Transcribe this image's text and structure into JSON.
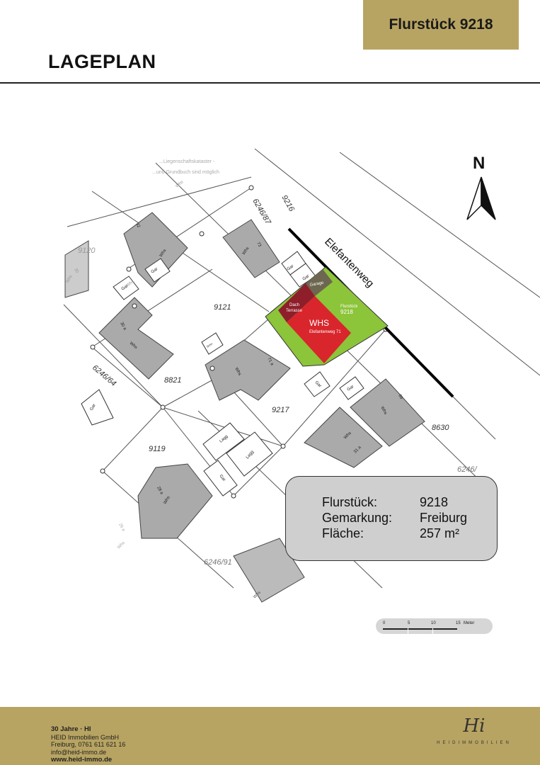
{
  "header": {
    "parcel_title": "Flurstück 9218",
    "page_title": "LAGEPLAN"
  },
  "map": {
    "north": "N",
    "street": "Elefantenweg",
    "parcels": [
      "9216",
      "6246/87",
      "9120",
      "9121",
      "8821",
      "6246/64",
      "9217",
      "8630",
      "9119",
      "6246/91",
      "6246/"
    ],
    "building_labels": {
      "whs": "Whs",
      "gar": "Gar",
      "schu": "Schu",
      "lagg": "Lagg"
    },
    "house_numbers": [
      "73",
      "32",
      "30",
      "30 a",
      "71 a",
      "69",
      "31 a",
      "28 a",
      "26 a"
    ],
    "subject": {
      "garage": "Garage",
      "roof_line1": "Dach",
      "roof_line2": "Terrasse",
      "plot_line1": "Flurstück",
      "plot_line2": "9218",
      "house": "WHS",
      "address": "Elefantenweg 71"
    },
    "faded_note": [
      "...Liegenschaftskataster -",
      "...und Grundbuch sind möglich"
    ],
    "colors": {
      "plot": "#8cc43a",
      "house": "#d8262c",
      "roof": "#8e1f2a",
      "garage": "#6d6650"
    }
  },
  "info": {
    "rows": [
      {
        "label": "Flurstück:",
        "value": "9218"
      },
      {
        "label": "Gemarkung:",
        "value": "Freiburg"
      },
      {
        "label": "Fläche:",
        "value": "257 m²"
      }
    ]
  },
  "scale": {
    "ticks": [
      "0",
      "5",
      "10",
      "15"
    ],
    "unit": "Meter"
  },
  "footer": {
    "line1": "30 Jahre · HI",
    "line2": "HEID Immobilien GmbH",
    "line3": "Freiburg, 0761 611 621 16",
    "line4": "info@heid-immo.de",
    "line5": "www.heid-immo.de",
    "logo_monogram": "Hi",
    "logo_word": "HEIDIMMOBILIEN"
  }
}
